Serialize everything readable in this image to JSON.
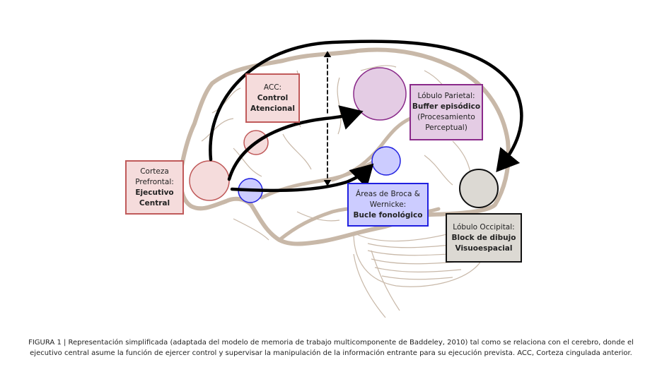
{
  "figure": {
    "type": "brain-working-memory-diagram",
    "colors": {
      "brain_outline": "#c8b8a8",
      "arrows": "#000000",
      "prefrontal": {
        "fill": "#f5dcdc",
        "stroke": "#c05a5a"
      },
      "parietal": {
        "fill": "#e4cce4",
        "stroke": "#8a2a8a"
      },
      "broca": {
        "fill": "#ccccff",
        "stroke": "#2020e0"
      },
      "occipital": {
        "fill": "#dcd9d3",
        "stroke": "#111111"
      }
    },
    "labels": {
      "prefrontal": {
        "line1": "Corteza",
        "line2": "Prefrontal:",
        "bold1": "Ejecutivo",
        "bold2": "Central"
      },
      "acc": {
        "line1": "ACC:",
        "bold1": "Control",
        "bold2": "Atencional"
      },
      "parietal": {
        "line1": "Lóbulo Parietal:",
        "bold1": "Buffer episódico",
        "line2": "(Procesamiento",
        "line3": "Perceptual)"
      },
      "broca": {
        "line1": "Áreas de Broca &",
        "line2": "Wernicke:",
        "bold1": "Bucle fonológico"
      },
      "occipital": {
        "line1": "Lóbulo Occipital:",
        "bold1": "Block de dibujo",
        "bold2": "Visuoespacial"
      }
    },
    "connections": [
      {
        "from": "prefrontal",
        "to": "parietal",
        "style": "solid"
      },
      {
        "from": "prefrontal",
        "to": "broca",
        "style": "solid"
      },
      {
        "from": "prefrontal",
        "to": "occipital",
        "style": "solid"
      },
      {
        "from": "acc",
        "to": "parietal-broca",
        "style": "dashed-bidirectional"
      }
    ]
  },
  "caption": {
    "line1": "FIGURA 1 | Representación simplificada (adaptada del modelo de memoria de trabajo multicomponente de Baddeley, 2010) tal como se relaciona con el cerebro, donde el",
    "line2": "ejecutivo central asume la función de ejercer control y supervisar la manipulación de la información entrante para su ejecución prevista. ACC, Corteza cingulada anterior."
  }
}
